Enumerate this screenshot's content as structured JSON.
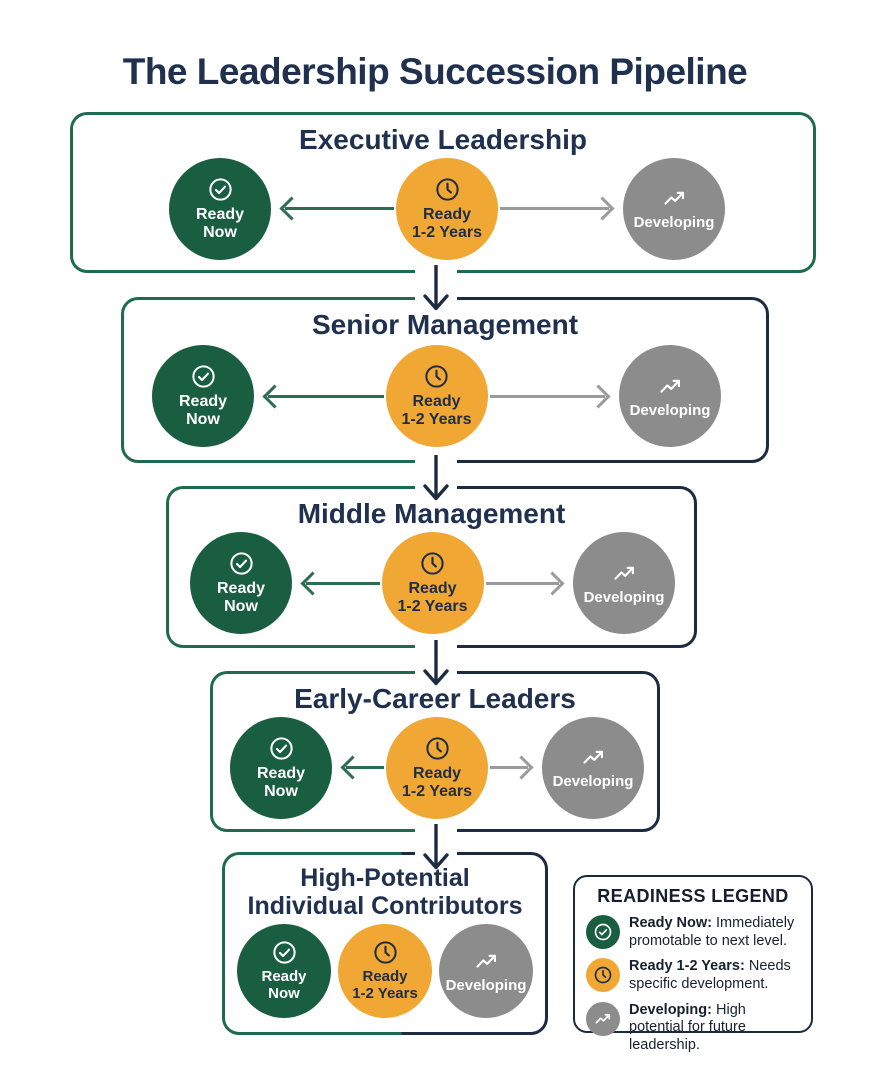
{
  "page": {
    "title": "The Leadership Succession Pipeline"
  },
  "colors": {
    "green": "#1a5e42",
    "green_border": "#1f6b4d",
    "orange": "#f0a733",
    "gray": "#8c8c8c",
    "navy": "#1d2b42",
    "text_navy": "#20304f"
  },
  "icons": {
    "ready_now": "check-circle",
    "ready_1_2": "clock",
    "developing": "trending-up",
    "tier_connector": "arrow-down"
  },
  "tiers": [
    {
      "title": "Executive Leadership",
      "circles": [
        {
          "label": "Ready\nNow"
        },
        {
          "label": "Ready\n1-2 Years"
        },
        {
          "label": "Developing"
        }
      ]
    },
    {
      "title": "Senior Management",
      "circles": [
        {
          "label": "Ready\nNow"
        },
        {
          "label": "Ready\n1-2 Years"
        },
        {
          "label": "Developing"
        }
      ]
    },
    {
      "title": "Middle Management",
      "circles": [
        {
          "label": "Ready\nNow"
        },
        {
          "label": "Ready\n1-2 Years"
        },
        {
          "label": "Developing"
        }
      ]
    },
    {
      "title": "Early-Career Leaders",
      "circles": [
        {
          "label": "Ready\nNow"
        },
        {
          "label": "Ready\n1-2 Years"
        },
        {
          "label": "Developing"
        }
      ]
    },
    {
      "title": "High-Potential\nIndividual Contributors",
      "circles": [
        {
          "label": "Ready\nNow"
        },
        {
          "label": "Ready\n1-2 Years"
        },
        {
          "label": "Developing"
        }
      ]
    }
  ],
  "legend": {
    "title": "READINESS LEGEND",
    "items": [
      {
        "term": "Ready Now:",
        "desc": " Immediately promotable to next level."
      },
      {
        "term": "Ready 1-2 Years:",
        "desc": " Needs specific development."
      },
      {
        "term": "Developing:",
        "desc": " High potential for future leadership."
      }
    ]
  }
}
